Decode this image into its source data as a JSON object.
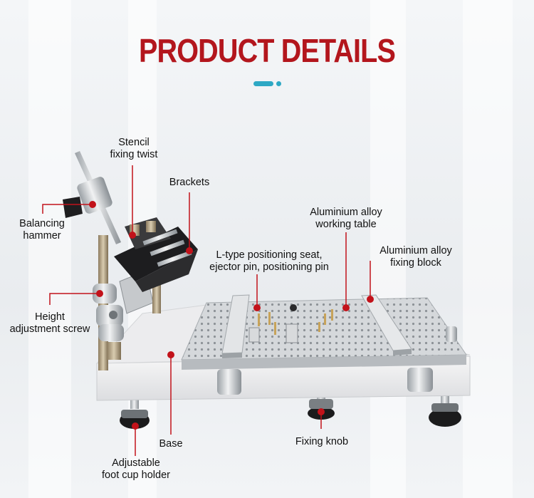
{
  "title": "PRODUCT DETAILS",
  "colors": {
    "title": "#b3161d",
    "accent_bar": "#2ea8c4",
    "accent_dot": "#2ea8c4",
    "callout_line": "#c2121a",
    "callout_dot": "#c2121a",
    "label_text": "#111111"
  },
  "labels": {
    "stencil_fixing_twist": [
      "Stencil",
      "fixing twist"
    ],
    "brackets": [
      "Brackets"
    ],
    "balancing_hammer": [
      "Balancing",
      "hammer"
    ],
    "aluminium_working_table": [
      "Aluminium alloy",
      "working table"
    ],
    "positioning_seat": [
      "L-type positioning seat,",
      "ejector pin, positioning pin"
    ],
    "aluminium_fixing_block": [
      "Aluminium alloy",
      "fixing block"
    ],
    "height_adjustment_screw": [
      "Height",
      "adjustment screw"
    ],
    "base": [
      "Base"
    ],
    "fixing_knob": [
      "Fixing knob"
    ],
    "adjustable_foot_cup": [
      "Adjustable",
      "foot cup holder"
    ]
  }
}
